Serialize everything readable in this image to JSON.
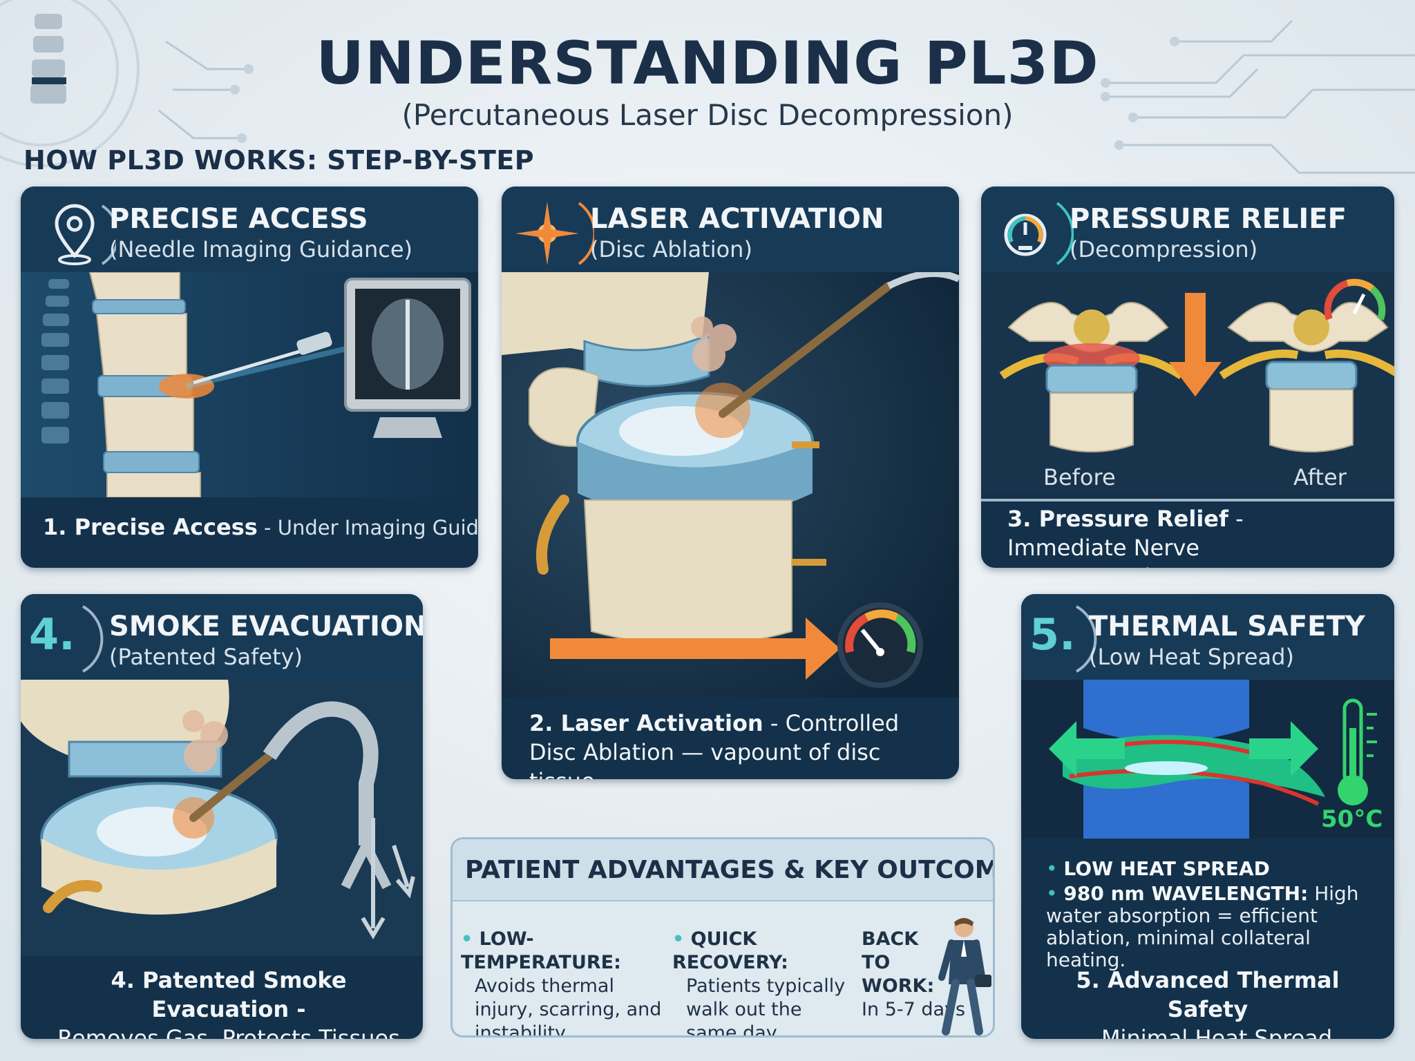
{
  "header": {
    "title": "UNDERSTANDING PL3D",
    "subtitle": "(Percutaneous Laser Disc Decompression)",
    "section": "HOW PL3D WORKS: STEP-BY-STEP"
  },
  "panels": [
    {
      "title": "PRECISE ACCESS",
      "subtitle": "(Needle Imaging Guidance)",
      "caption_bold": "1. Precise Access",
      "caption_rest": " - Under Imaging Guidance",
      "icon": "location-pin-icon"
    },
    {
      "title": "LASER ACTIVATION",
      "subtitle": "(Disc Ablation)",
      "caption_bold": "2. Laser Activation",
      "caption_rest": " - Controlled Disc Ablation — vapount of disc tissue",
      "icon": "laser-burst-icon"
    },
    {
      "title": "PRESSURE RELIEF",
      "subtitle": "(Decompression)",
      "caption_bold": "3. Pressure Relief",
      "caption_rest": " - Immediate Nerve Decompression",
      "icon": "gauge-icon",
      "before_label": "Before",
      "after_label": "After"
    },
    {
      "title": "SMOKE EVACUATION",
      "subtitle": "(Patented Safety)",
      "badge": "4.",
      "caption_bold": "4. Patented Smoke Evacuation -",
      "caption_rest": "Removes Gas, Protects Tissues"
    },
    {
      "title": "THERMAL SAFETY",
      "subtitle": "(Low Heat Spread)",
      "badge": "5.",
      "temperature": "50°C",
      "bullet1": "LOW HEAT SPREAD",
      "bullet2_bold": "980 nm WAVELENGTH:",
      "bullet2_rest": " High water absorption = efficient ablation, minimal collateral heating.",
      "caption_bold": "5. Advanced Thermal Safety",
      "caption_rest": "– Minimal Heat Spread"
    }
  ],
  "advantages": {
    "title": "PATIENT ADVANTAGES & KEY OUTCOMES",
    "items": [
      {
        "head": "LOW-TEMPERATURE:",
        "body": "Avoids thermal injury, scarring, and instability."
      },
      {
        "head": "QUICK RECOVERY:",
        "body": "Patients typically walk out the same day."
      },
      {
        "head": "BACK TO WORK:",
        "body": "In 5-7 days"
      }
    ]
  },
  "colors": {
    "navy": "#13314a",
    "header_bar": "#173a57",
    "accent_teal": "#3fc3c0",
    "laser_orange": "#f08a3a",
    "heat_green": "#33d46e"
  }
}
